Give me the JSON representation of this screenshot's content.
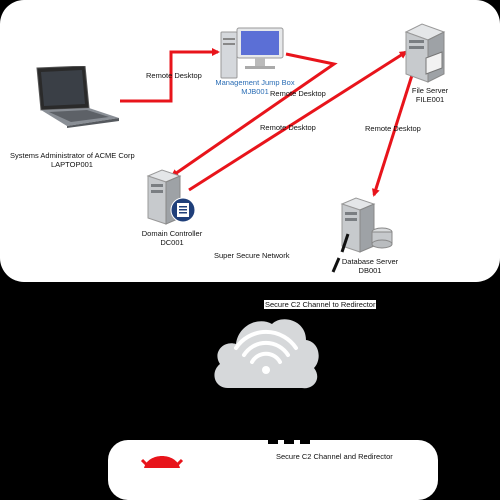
{
  "diagram": {
    "network_label": "Super Secure Network",
    "edge_label": "Remote Desktop",
    "nodes": {
      "laptop": {
        "name": "Systems Administrator of ACME Corp",
        "host": "LAPTOP001"
      },
      "jumpbox": {
        "name": "Management Jump Box",
        "host": "MJB001"
      },
      "fileserver": {
        "name": "File Server",
        "host": "FILE001"
      },
      "dc": {
        "name": "Domain Controller",
        "host": "DC001"
      },
      "db": {
        "name": "Database Server",
        "host": "DB001"
      }
    },
    "c2_label_top": "Secure C2 Channel to Redirector",
    "c2_label_bottom": "Secure C2 Channel and Redirector",
    "colors": {
      "arrow": "#e8141b",
      "jumpbox_label": "#2a6db5"
    }
  }
}
